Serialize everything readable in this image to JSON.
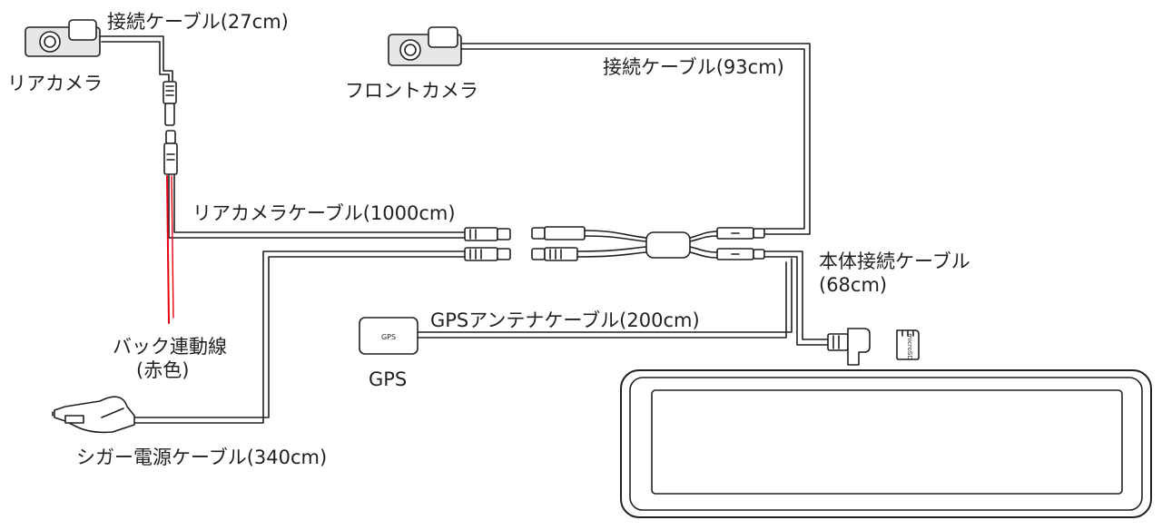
{
  "labels": {
    "rear_connect_cable": "接続ケーブル(27cm)",
    "rear_camera": "リアカメラ",
    "front_camera": "フロントカメラ",
    "front_connect_cable": "接続ケーブル(93cm)",
    "rear_camera_cable": "リアカメラケーブル(1000cm)",
    "main_connect_cable_line1": "本体接続ケーブル",
    "main_connect_cable_line2": "(68cm)",
    "back_signal_line1": "バック連動線",
    "back_signal_line2": "(赤色)",
    "gps_cable": "GPSアンテナケーブル(200cm)",
    "gps_module_text": "GPS",
    "gps": "GPS",
    "cigar_cable": "シガー電源ケーブル(340cm)",
    "microsd": "microSD"
  },
  "colors": {
    "line": "#231f20",
    "red_wire": "#e50012",
    "device_fill": "#e6e7e8",
    "white": "#ffffff"
  }
}
